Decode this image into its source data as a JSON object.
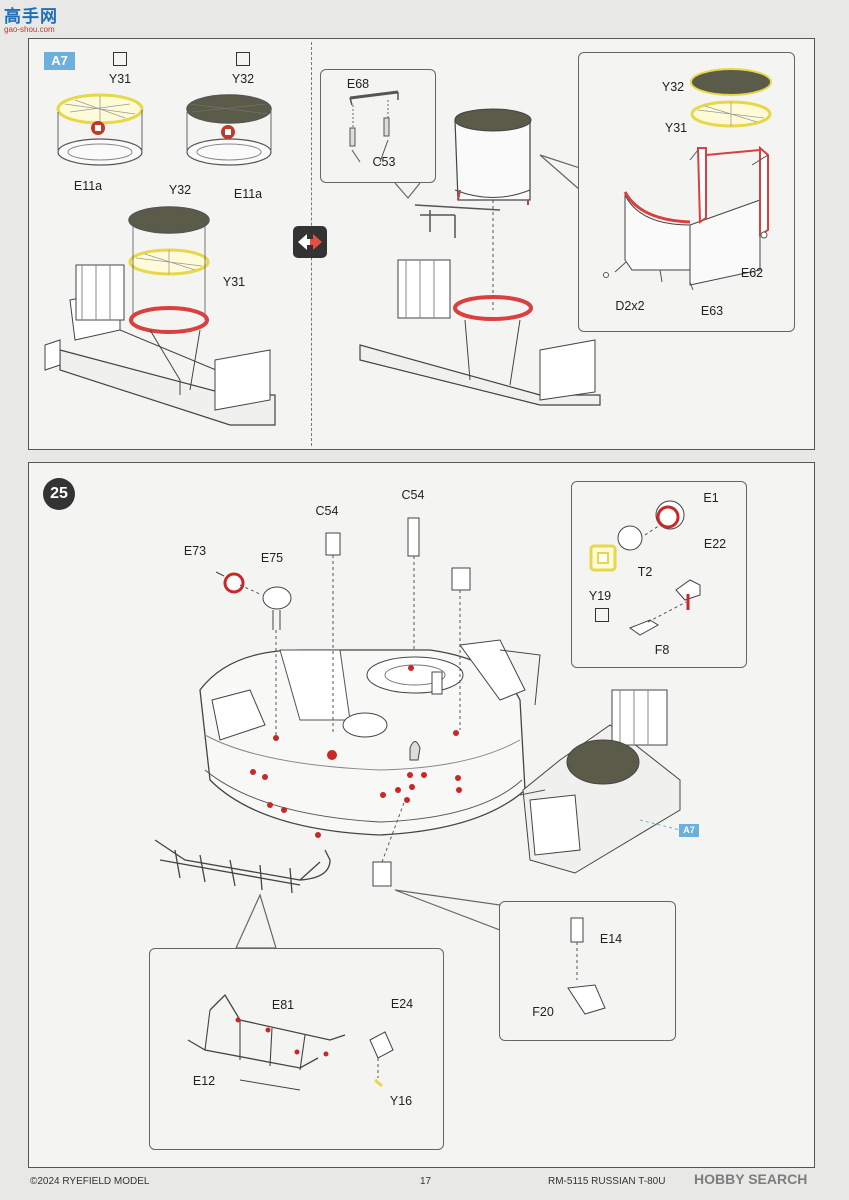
{
  "watermark_top": {
    "brand": "高手网",
    "url": "gao-shou.com"
  },
  "steps": {
    "a7": {
      "badge": "A7"
    },
    "s25": {
      "number": "25"
    }
  },
  "labels": {
    "y31_a": "Y31",
    "y32_a": "Y32",
    "e11a_a": "E11a",
    "e11a_b": "E11a",
    "y32_b": "Y32",
    "y31_b": "Y31",
    "e68": "E68",
    "c53": "C53",
    "y32_c": "Y32",
    "y31_c": "Y31",
    "e62": "E62",
    "d2x2": "D2x2",
    "e63": "E63",
    "e73": "E73",
    "e75": "E75",
    "c54_a": "C54",
    "c54_b": "C54",
    "e1": "E1",
    "t2": "T2",
    "e22": "E22",
    "y19": "Y19",
    "f8": "F8",
    "a7_ref": "A7",
    "e14": "E14",
    "f20": "F20",
    "e81": "E81",
    "e24": "E24",
    "e12": "E12",
    "y16": "Y16"
  },
  "footer": {
    "copyright": "©2024 RYEFIELD MODEL",
    "page": "17",
    "title": "RM-5115 RUSSIAN T-80U",
    "watermark": "HOBBY SEARCH"
  },
  "colors": {
    "red_part": "#d94040",
    "yellow_part": "#e6d84a",
    "badge_blue": "#6db0dc",
    "step_dark": "#333333"
  }
}
